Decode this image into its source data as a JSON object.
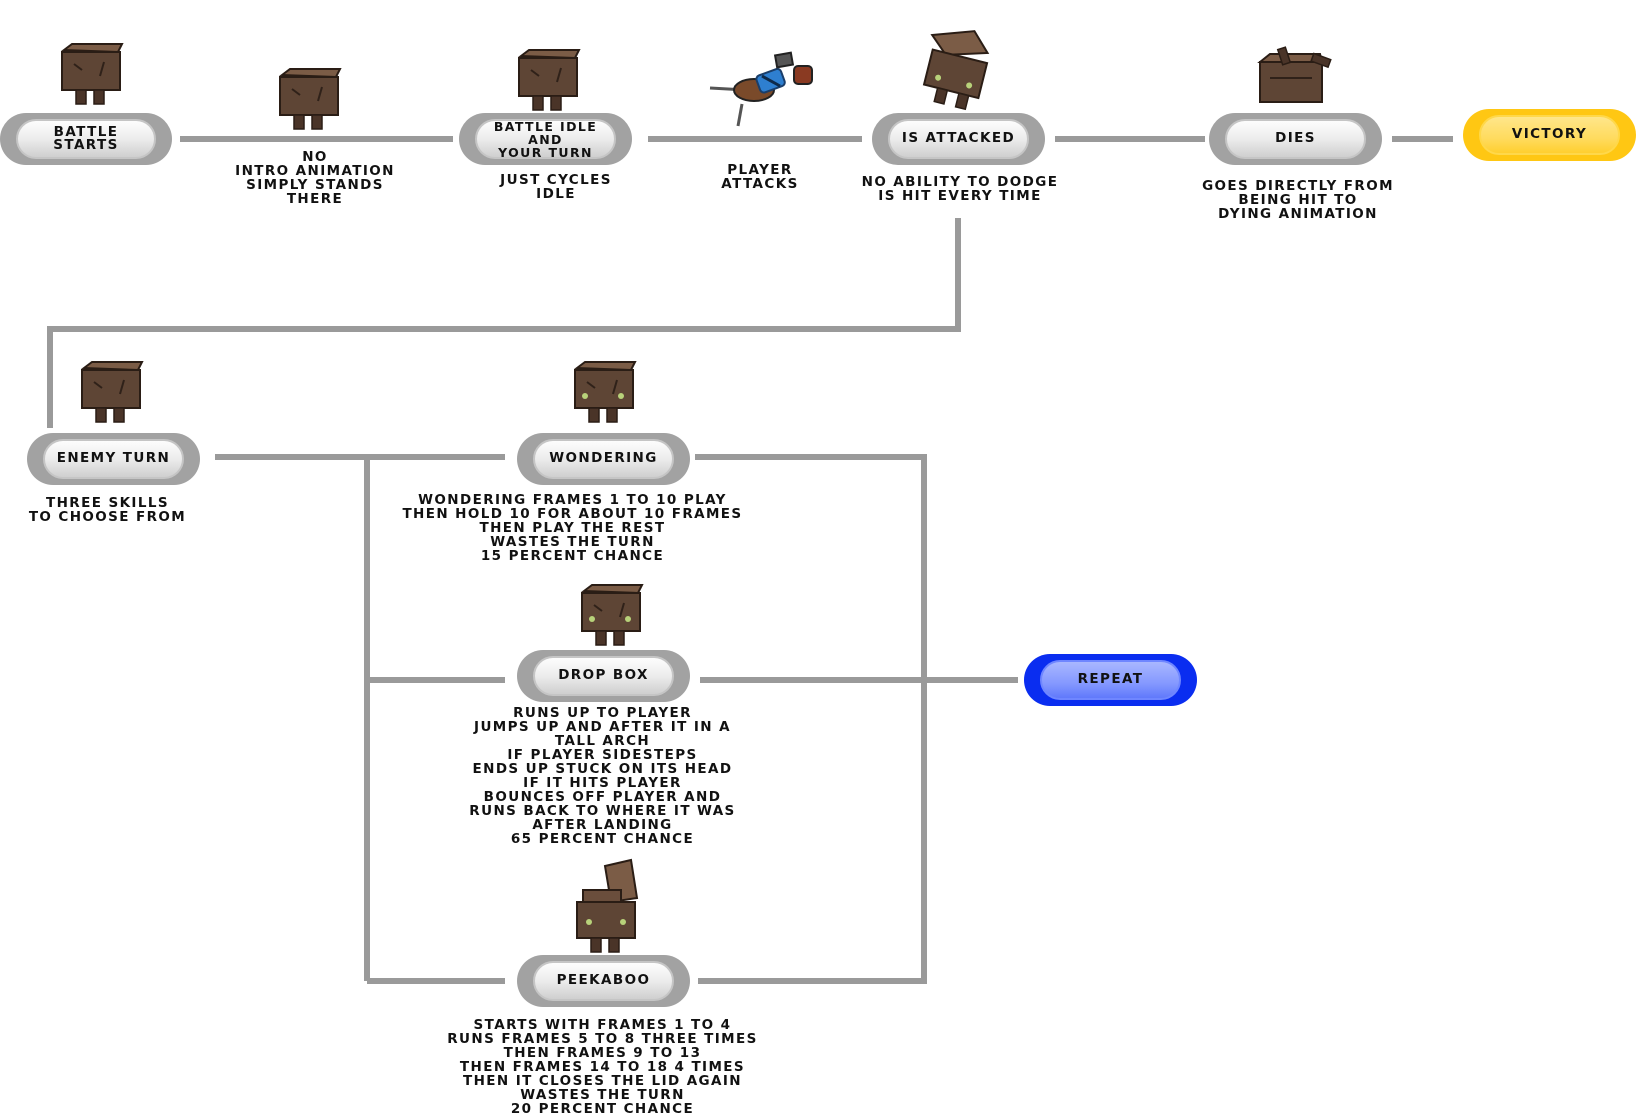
{
  "colors": {
    "connector": "#9a9a9a",
    "pill_gray": "#a2a2a2",
    "pill_yellow": "#ffc713",
    "pill_blue": "#0a2df0",
    "box_brown": "#5e4535",
    "box_dark": "#3a2a20"
  },
  "nodes": {
    "battle_starts": "BATTLE STARTS",
    "battle_idle": "BATTLE IDLE\nAND\nYOUR TURN",
    "is_attacked": "IS ATTACKED",
    "dies": "DIES",
    "victory": "VICTORY",
    "enemy_turn": "ENEMY TURN",
    "wondering": "WONDERING",
    "drop_box": "DROP BOX",
    "peekaboo": "PEEKABOO",
    "repeat": "REPEAT"
  },
  "notes": {
    "intro": "NO\nINTRO ANIMATION\nSIMPLY STANDS\nTHERE",
    "idle": "JUST CYCLES\nIDLE",
    "player_attacks": "PLAYER\nATTACKS",
    "no_dodge": "NO ABILITY TO DODGE\nIS HIT EVERY TIME",
    "dies_note": "GOES DIRECTLY FROM\nBEING HIT TO\nDYING ANIMATION",
    "enemy_turn_note": "THREE SKILLS\nTO CHOOSE FROM",
    "wondering_note": "WONDERING FRAMES 1 TO 10 PLAY\nTHEN HOLD 10 FOR ABOUT 10 FRAMES\nTHEN PLAY THE REST\nWASTES THE TURN\n15 PERCENT CHANCE",
    "drop_box_note": "RUNS UP TO PLAYER\nJUMPS UP AND AFTER IT IN A\nTALL ARCH\nIF PLAYER SIDESTEPS\nENDS UP STUCK ON ITS HEAD\nIF IT HITS PLAYER\nBOUNCES OFF PLAYER AND\nRUNS BACK TO WHERE IT WAS\nAFTER LANDING\n65 PERCENT CHANCE",
    "peekaboo_note": "STARTS WITH FRAMES 1 TO 4\nRUNS FRAMES 5 TO 8 THREE TIMES\nTHEN FRAMES 9 TO 13\nTHEN FRAMES 14 TO 18 4 TIMES\nTHEN IT CLOSES THE LID AGAIN\nWASTES THE TURN\n20 PERCENT CHANCE"
  },
  "sprites": {
    "box_idle": "box-creature-icon",
    "box_eyes": "box-creature-eyes-icon",
    "box_open": "box-creature-open-lid-icon",
    "box_dead": "box-creature-dead-icon",
    "player": "player-character-icon"
  }
}
